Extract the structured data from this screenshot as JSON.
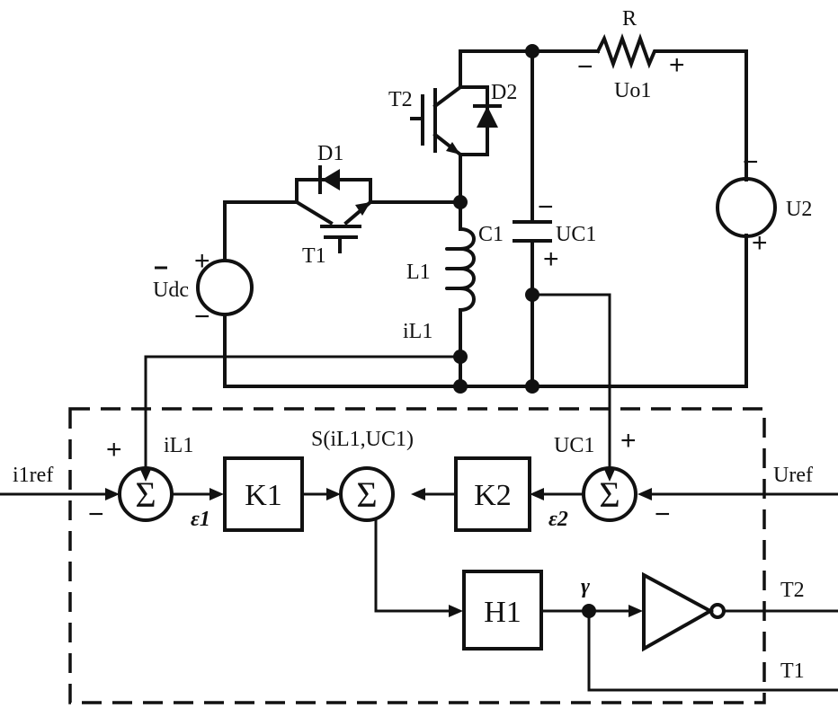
{
  "components": {
    "resistor": "R",
    "resistor_voltage": "Uo1",
    "transistor_top": "T2",
    "diode_top": "D2",
    "diode_left": "D1",
    "transistor_left": "T1",
    "capacitor": "C1",
    "capacitor_voltage": "UC1",
    "source_right": "U2",
    "inductor": "L1",
    "inductor_current": "iL1",
    "source_left": "Udc"
  },
  "control": {
    "input_current_ref": "i1ref",
    "feedback_current": "iL1",
    "error_1": "ε1",
    "gain_1": "K1",
    "surface": "S(iL1,UC1)",
    "gain_2": "K2",
    "error_2": "ε2",
    "feedback_voltage": "UC1",
    "voltage_ref": "Uref",
    "hysteresis_block": "H1",
    "switch_signal": "γ",
    "output_top": "T2",
    "output_bottom": "T1",
    "sum_symbol": "Σ"
  },
  "signs": {
    "plus": "+",
    "minus": "−"
  }
}
